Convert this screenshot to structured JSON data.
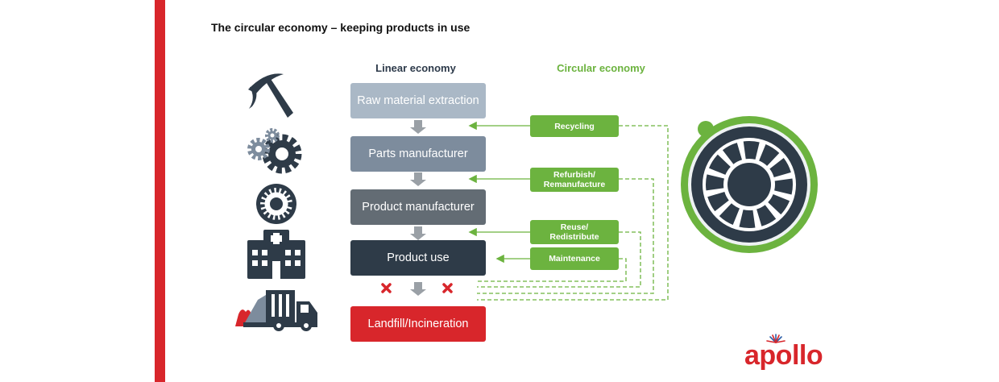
{
  "title": "The circular economy – keeping products in use",
  "columns": {
    "linear": "Linear economy",
    "circular": "Circular economy"
  },
  "linear_stages": [
    {
      "label": "Raw material extraction",
      "color": "#aab8c6"
    },
    {
      "label": "Parts manufacturer",
      "color": "#7d8c9d"
    },
    {
      "label": "Product manufacturer",
      "color": "#636c74"
    },
    {
      "label": "Product use",
      "color": "#2e3b48"
    },
    {
      "label": "Landfill/Incineration",
      "color": "#d8262b"
    }
  ],
  "circular_loops": [
    {
      "line1": "Recycling",
      "line2": ""
    },
    {
      "line1": "Refurbish/",
      "line2": "Remanufacture"
    },
    {
      "line1": "Reuse/",
      "line2": "Redistribute"
    },
    {
      "line1": "Maintenance",
      "line2": ""
    }
  ],
  "icons": [
    "pickaxe-icon",
    "gears-icon",
    "detector-icon",
    "hospital-icon",
    "garbage-truck-icon"
  ],
  "colors": {
    "accent_red": "#d8262b",
    "circular_green": "#6cb33f",
    "dark_slate": "#2e3b48",
    "arrow_grey": "#9aa0a6"
  },
  "logo": {
    "text": "apollo"
  }
}
